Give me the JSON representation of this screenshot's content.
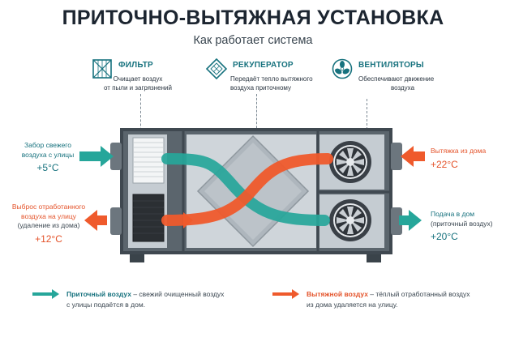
{
  "header": {
    "title": "ПРИТОЧНО-ВЫТЯЖНАЯ УСТАНОВКА",
    "subtitle": "Как работает система"
  },
  "features": [
    {
      "name": "ФИЛЬТР",
      "desc_line1": "Очищает воздух",
      "desc_line2": "от пыли и загрязнений",
      "icon": "filter-icon"
    },
    {
      "name": "РЕКУПЕРАТОР",
      "desc_line1": "Передаёт тепло вытяжного",
      "desc_line2": "воздуха приточному",
      "icon": "recuperator-icon"
    },
    {
      "name": "ВЕНТИЛЯТОРЫ",
      "desc_line1": "Обеспечивают движение",
      "desc_line2": "воздуха",
      "icon": "fan-icon"
    }
  ],
  "left_top": {
    "line1": "Забор свежего",
    "line2": "воздуха с улицы",
    "temp": "+5°С"
  },
  "left_bottom": {
    "line1": "Выброс отработанного",
    "line2": "воздуха на улицу",
    "note": "(удаление из дома)",
    "temp": "+12°С"
  },
  "right_top": {
    "line1": "Вытяжка из дома",
    "temp": "+22°С"
  },
  "right_bottom": {
    "line1": "Подача в дом",
    "note": "(приточный воздух)",
    "temp": "+20°С"
  },
  "legend": {
    "supply": {
      "key": "Приточный воздух",
      "rest": " – свежий очищенный воздух",
      "line2": "с улицы подаётся в дом."
    },
    "exhaust": {
      "key": "Вытяжной воздух",
      "rest": " – тёплый отработанный воздух",
      "line2": "из дома удаляется на улицу."
    }
  },
  "colors": {
    "supply": "#26a69a",
    "exhaust": "#ef5a2c",
    "heading_teal": "#17727e",
    "unit_frame": "#3f4850",
    "unit_panel": "#c5ccd2"
  }
}
